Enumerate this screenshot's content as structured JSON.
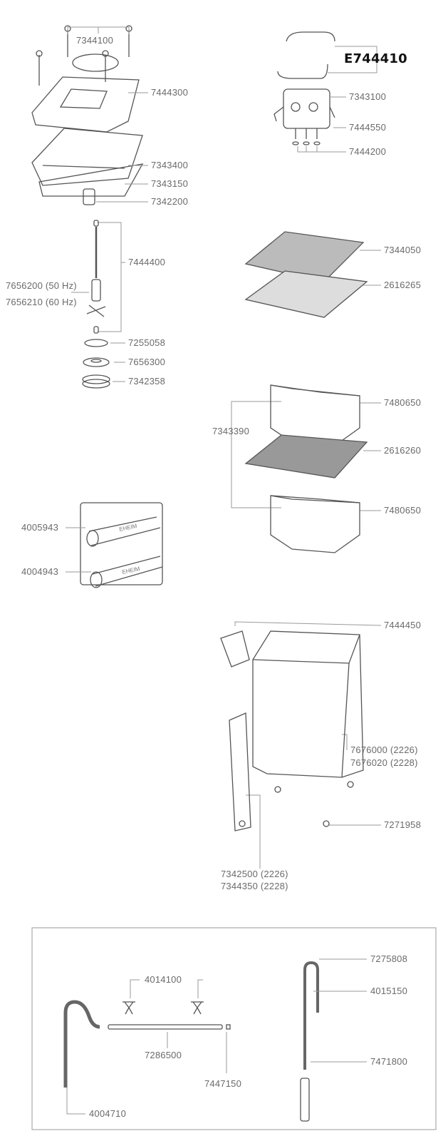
{
  "kit_code": "E744410",
  "labels": {
    "screws": "7344100",
    "head_cover": "7444300",
    "pump_head": "7343400",
    "head_gasket": "7343150",
    "outlet": "7342200",
    "shaft": "7444400",
    "rotor_50": "7656200  (50 Hz)",
    "rotor_60": "7656210  (60 Hz)",
    "oring": "7255058",
    "rotor_cover": "7656300",
    "bayonet": "7342358",
    "adapter": "7343100",
    "adapter_valve": "7444550",
    "adapter_seals": "7444200",
    "filter_pad_top": "7344050",
    "filter_fleece": "2616265",
    "basket_top": "7480650",
    "basket_spacer": "7343390",
    "filter_pad_mid": "2616260",
    "basket_bottom": "7480650",
    "hose_1": "4005943",
    "hose_2": "4004943",
    "clips": "7444450",
    "canister_2226": "7676000  (2226)",
    "canister_2228": "7676020  (2228)",
    "feet": "7271958",
    "intake_2226": "7342500  (2226)",
    "intake_2228": "7344350  (2228)",
    "suction_cups": "4014100",
    "spray_bar": "7286500",
    "end_cap": "7447150",
    "outlet_pipe": "4004710",
    "intake_pipe": "7275808",
    "pipe_clips": "4015150",
    "strainer": "7471800"
  },
  "hose_brand": "EHEIM",
  "colors": {
    "line": "#555555",
    "label": "#6a6a6a",
    "leader": "#9a9a9a"
  }
}
